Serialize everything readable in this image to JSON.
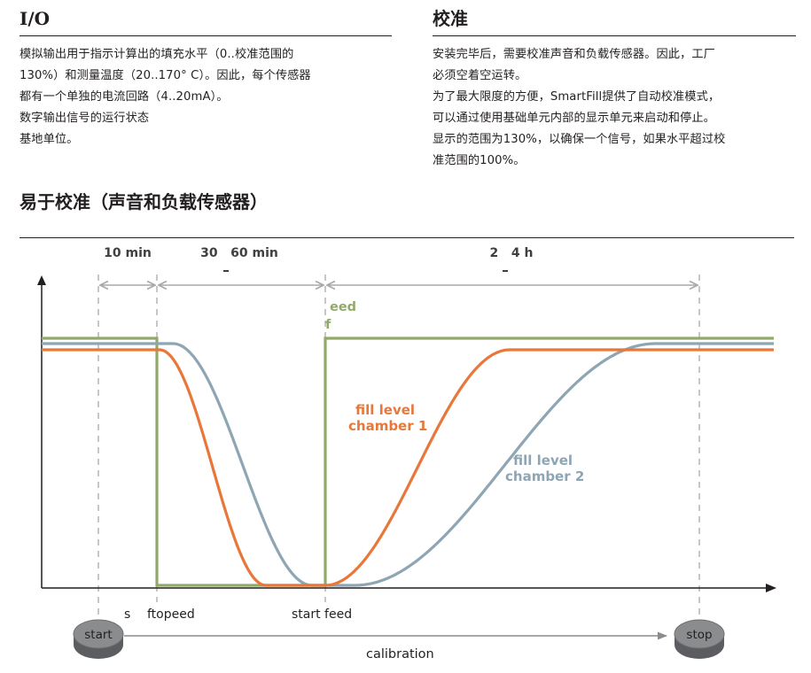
{
  "left_column": {
    "title": "I/O",
    "lines": [
      "模拟输出用于指示计算出的填充水平（0..校准范围的",
      "130%）和测量温度（20..170° C）。因此，每个传感器",
      "都有一个单独的电流回路（4..20mA）。",
      "数字输出信号的运行状态",
      "基地单位。"
    ]
  },
  "right_column": {
    "title": "校准",
    "lines": [
      "安装完毕后，需要校准声音和负载传感器。因此，工厂",
      "必须空着空运转。",
      "为了最大限度的方便，SmartFill提供了自动校准模式，",
      "可以通过使用基础单元内部的显示单元来启动和停止。",
      "显示的范围为130%，以确保一个信号，如果水平超过校",
      "准范围的100%。"
    ]
  },
  "section_title": "易于校准（声音和负载传感器）",
  "diagram": {
    "durations": [
      "10 min",
      "30   60 min",
      "2   4 h"
    ],
    "feed_label": [
      "eed",
      "f"
    ],
    "chamber1_label": [
      "fill level",
      "chamber 1"
    ],
    "chamber2_label": [
      "fill level",
      "chamber 2"
    ],
    "stop_feed_label_s": "s",
    "stop_feed_label": "ftopeed",
    "start_feed_label": "start feed",
    "calibration_label": "calibration",
    "start_button": "start",
    "stop_button": "stop",
    "colors": {
      "feed": "#92a96a",
      "chamber1": "#e8773a",
      "chamber2": "#8ea5b4",
      "axis": "#231f20",
      "guide": "#a7a9ac",
      "button_top": "#8a8c8e",
      "button_side": "#5b5d60"
    }
  }
}
